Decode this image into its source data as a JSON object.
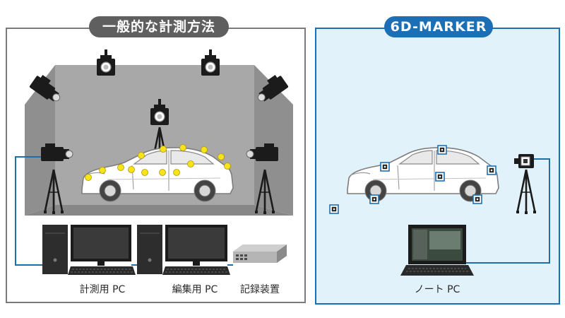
{
  "left_panel": {
    "title": "一般的な計測方法",
    "title_bg": "#5f5f5f",
    "frame_color": "#7a7a7a",
    "pc_labels": [
      "計測用 PC",
      "編集用 PC",
      "記録装置"
    ]
  },
  "right_panel": {
    "title": "6D-MARKER",
    "title_bg": "#1d6fb5",
    "frame_color": "#1d6fb5",
    "bg_color": "#e2f2fb",
    "pc_label": "ノート PC"
  },
  "colors": {
    "studio_wall": "#a8a8a8",
    "studio_floor": "#8c8c8c",
    "reflective_marker": "#f6e31a",
    "cable": "#1f6fa6",
    "camera_body": "#1b1b1b"
  },
  "icons": [
    "camera-icon",
    "tripod-icon",
    "car-icon",
    "desktop-pc-icon",
    "monitor-icon",
    "keyboard-icon",
    "recorder-icon",
    "laptop-icon",
    "6d-marker-icon"
  ]
}
